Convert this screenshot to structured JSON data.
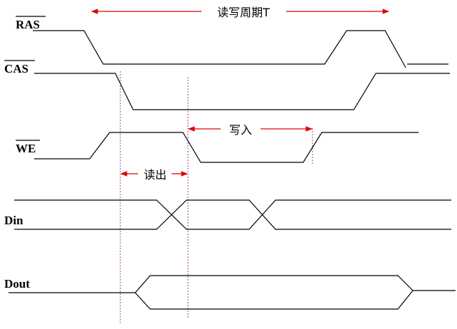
{
  "signals": {
    "ras": "RAS",
    "cas": "CAS",
    "we": "WE",
    "din": "Din",
    "dout": "Dout"
  },
  "annotations": {
    "cycle": "读写周期T",
    "write": "写入",
    "read": "读出"
  },
  "colors": {
    "arrow": "#e00000",
    "guide": "#a0408c",
    "wave": "#000000"
  }
}
